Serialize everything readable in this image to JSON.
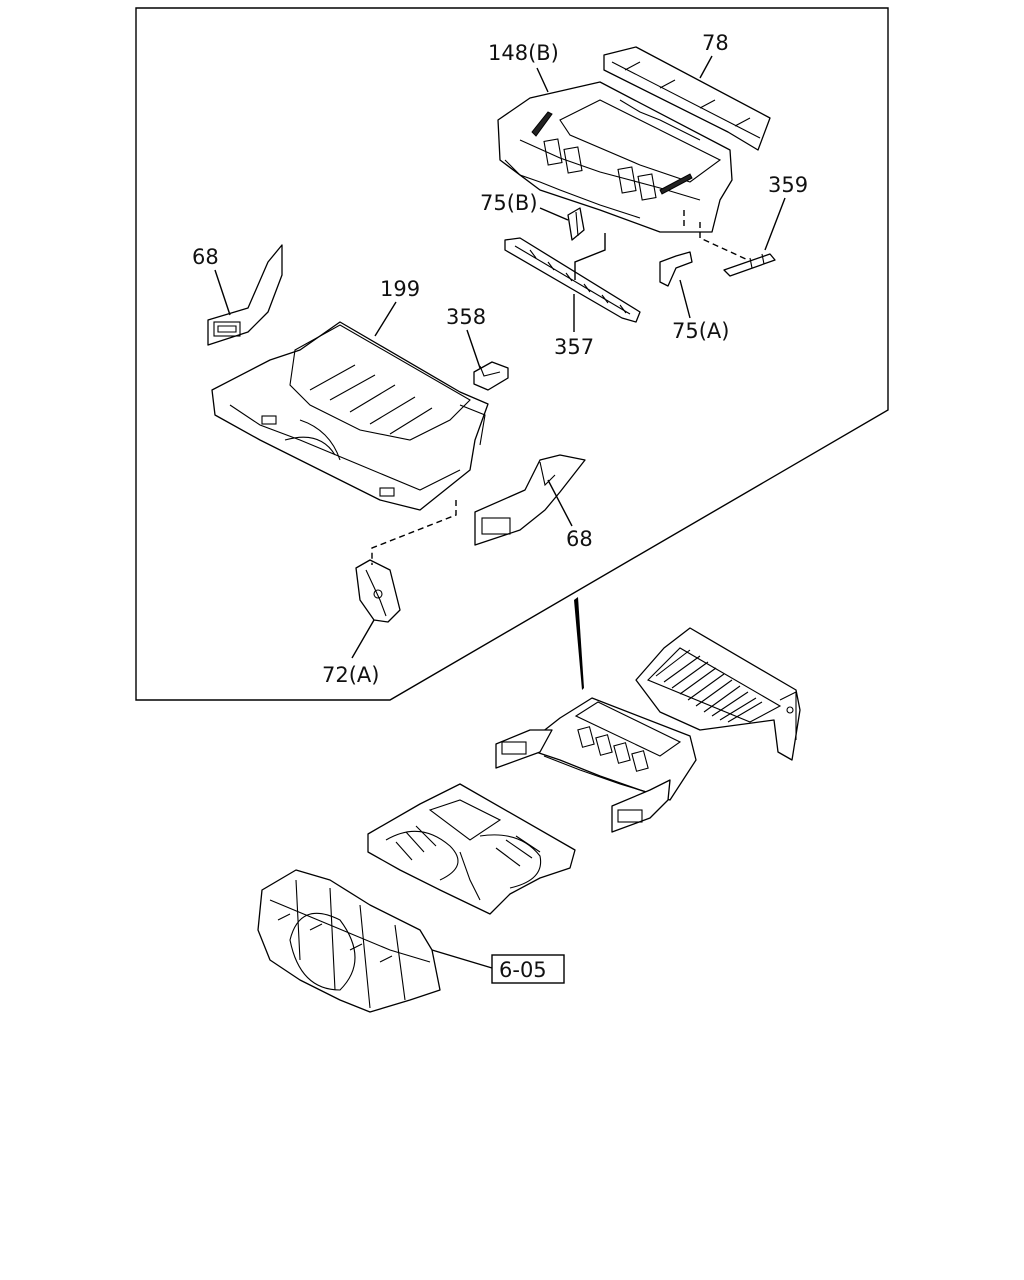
{
  "labels": {
    "part_148b": "148(B)",
    "part_78": "78",
    "part_359": "359",
    "part_75b": "75(B)",
    "part_68_left": "68",
    "part_199": "199",
    "part_358": "358",
    "part_357": "357",
    "part_75a": "75(A)",
    "part_68_right": "68",
    "part_72a": "72(A)",
    "ref_box": "6-05"
  }
}
